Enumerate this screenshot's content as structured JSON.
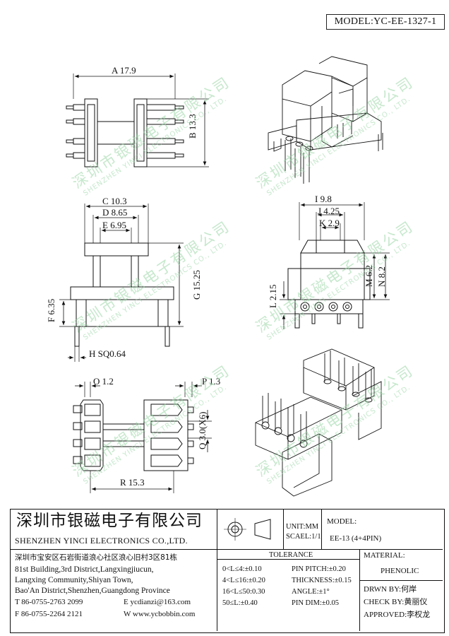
{
  "header": {
    "model_code": "MODEL:YC-EE-1327-1"
  },
  "dimensions": {
    "a": "A 17.9",
    "b": "B 13.3",
    "c": "C 10.3",
    "d": "D 8.65",
    "e": "E 6.95",
    "f": "F 6.35",
    "g": "G 15.25",
    "h": "H SQ0.64",
    "i": "I 9.8",
    "j": "J 4.25",
    "k": "K 2.9",
    "l": "L 2.15",
    "m": "M 6.2",
    "n": "N 8.2",
    "o": "O 1.2",
    "p": "P 1.3",
    "q": "Q 3.0(X6)",
    "r": "R 15.3"
  },
  "watermark": {
    "zh": "深圳市银磁电子有限公司",
    "en": "SHENZHEN YINCI ELECTRONICS CO., LTD."
  },
  "title_block": {
    "company_zh": "深圳市银磁电子有限公司",
    "company_en": "SHENZHEN YINCI ELECTRONICS CO.,LTD.",
    "address_zh": "深圳市宝安区石岩街道浪心社区浪心旧村3区81栋",
    "address_lines": [
      "81st Building,3rd District,Langxingjiucun,",
      "Langxing Community,Shiyan Town,",
      "Bao'An District,Shenzhen,Guangdong Province"
    ],
    "tel": "T 86-0755-2763 2099",
    "fax": "F 86-0755-2264 2121",
    "email": "E ycdianzi@163.com",
    "web": "W www.ycbobbin.com",
    "unit": "UNIT:MM",
    "scale": "SCAEL:1/1",
    "model_label": "MODEL:",
    "model_value": "EE-13 (4+4PIN)",
    "tolerance_title": "TOLERANCE",
    "tolerances": [
      "0<L≤4:±0.10",
      "4<L≤16:±0.20",
      "16<L≤50:0.30",
      "50≤L:±0.40"
    ],
    "tolerances2": [
      "PIN PITCH:±0.20",
      "THICKNESS:±0.15",
      "ANGLE:±1°",
      "PIN DIM:±0.05"
    ],
    "material_label": "MATERIAL:",
    "material_value": "PHENOLIC",
    "drawn": "DRWN BY:何岸",
    "check": "CHECK BY:黄丽仪",
    "approved": "APPROVED:李权龙"
  }
}
